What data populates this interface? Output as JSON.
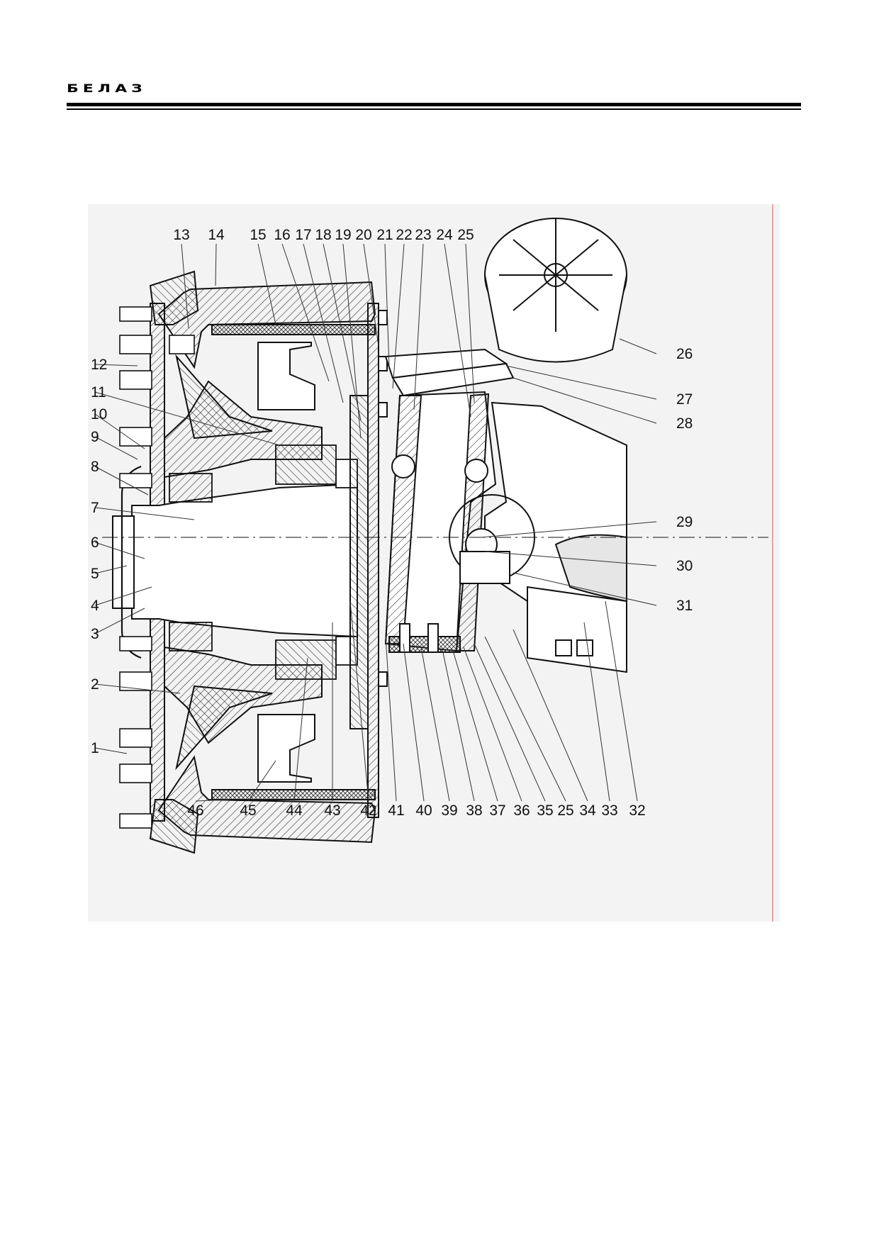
{
  "header": {
    "brand": "БЕЛАЗ"
  },
  "figure": {
    "callouts_top": [
      "13",
      "14",
      "15",
      "16",
      "17",
      "18",
      "19",
      "20",
      "21",
      "22",
      "23",
      "24",
      "25"
    ],
    "callouts_left": [
      "12",
      "11",
      "10",
      "9",
      "8",
      "7",
      "6",
      "5",
      "4",
      "3",
      "2",
      "1"
    ],
    "callouts_right": [
      "26",
      "27",
      "28",
      "29",
      "30",
      "31"
    ],
    "callouts_bottom": [
      "46",
      "45",
      "44",
      "43",
      "42",
      "41",
      "40",
      "39",
      "38",
      "37",
      "36",
      "35",
      "25",
      "34",
      "33",
      "32"
    ]
  }
}
